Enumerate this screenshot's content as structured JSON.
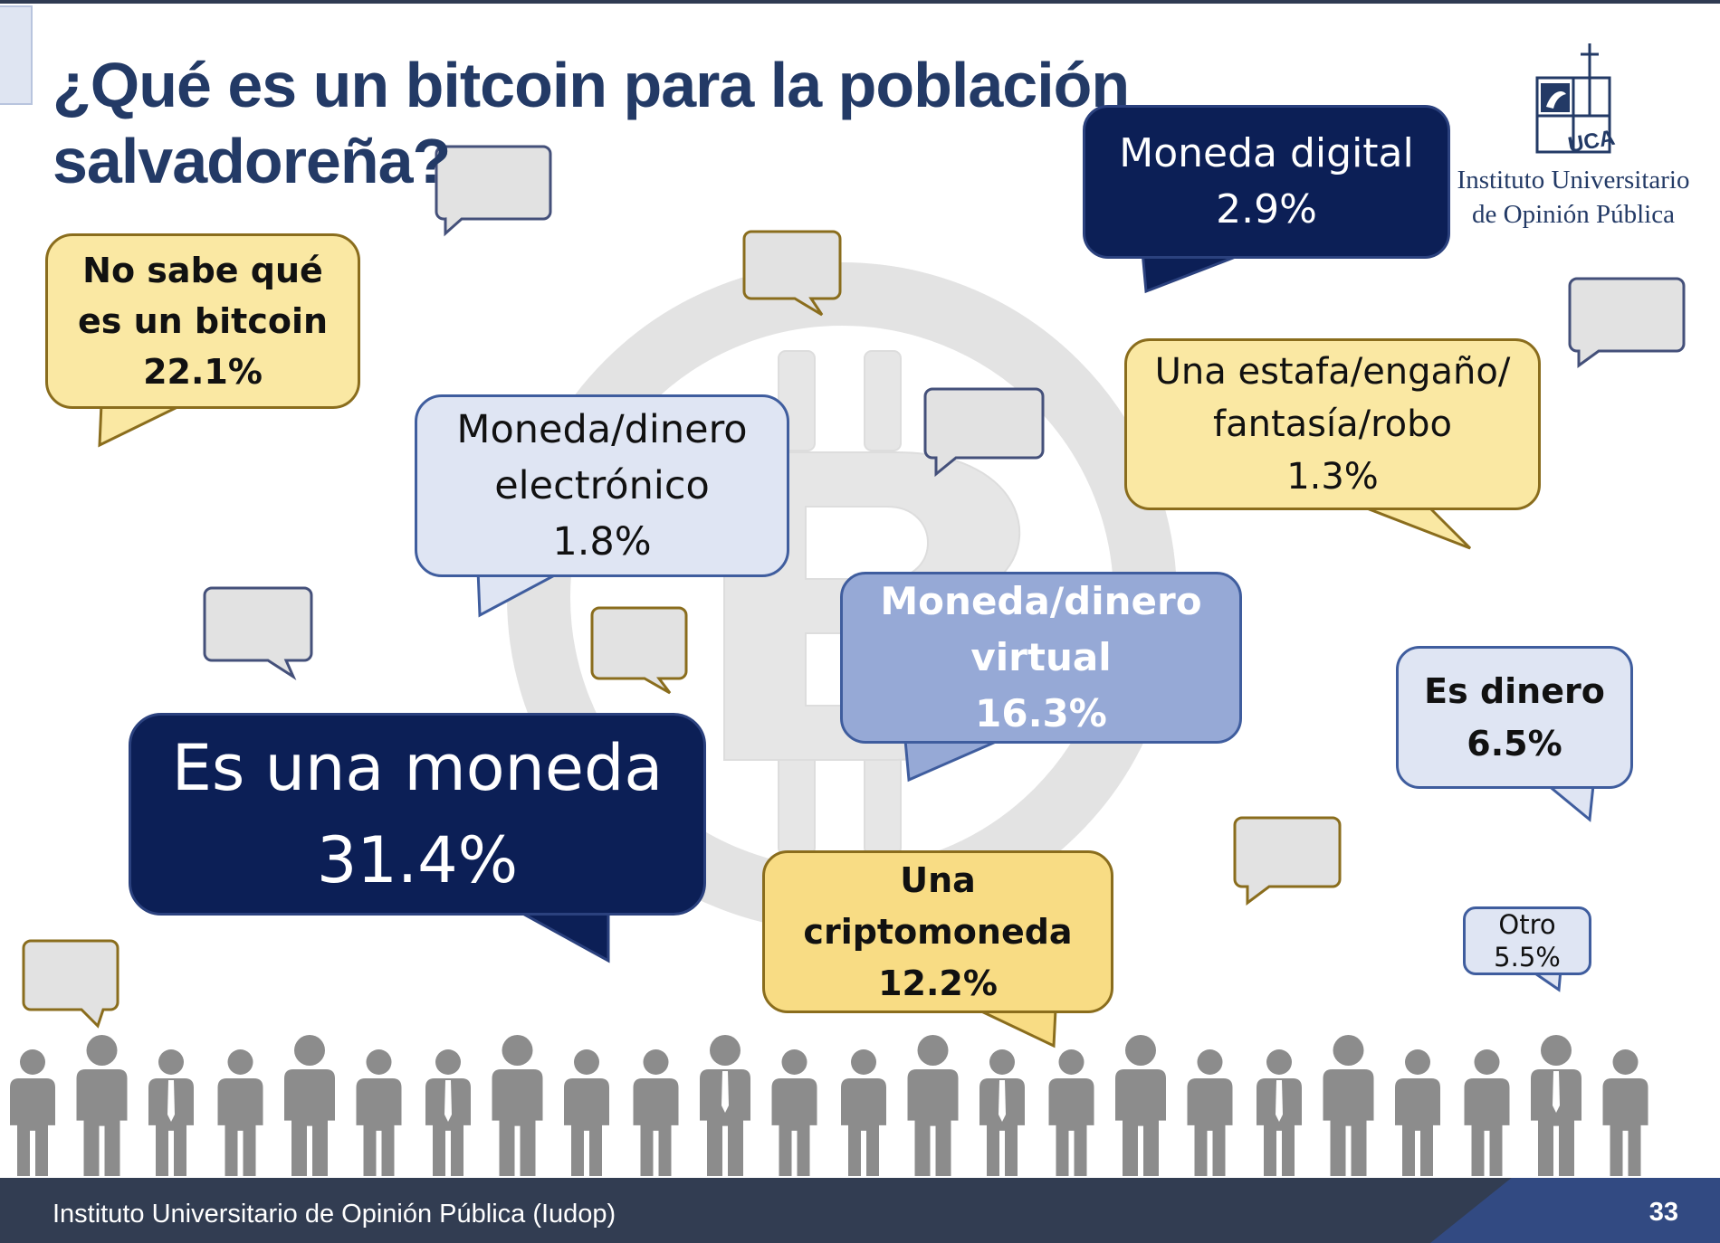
{
  "title": {
    "line1": "¿Qué es un bitcoin para la población",
    "line2": "salvadoreña?"
  },
  "logo": {
    "name_line1": "Instituto Universitario",
    "name_line2": "de Opinión Pública",
    "mark": "UCA"
  },
  "bubbles": {
    "no_sabe": {
      "line1": "No sabe qué",
      "line2": "es un bitcoin",
      "value": "22.1%"
    },
    "moneda_digital": {
      "line1": "Moneda digital",
      "value": "2.9%"
    },
    "estafa": {
      "line1": "Una estafa/engaño/",
      "line2": "fantasía/robo",
      "value": "1.3%"
    },
    "electronico": {
      "line1": "Moneda/dinero",
      "line2": "electrónico",
      "value": "1.8%"
    },
    "virtual": {
      "line1": "Moneda/dinero",
      "line2": "virtual",
      "value": "16.3%"
    },
    "es_dinero": {
      "line1": "Es dinero",
      "value": "6.5%"
    },
    "es_una_moneda": {
      "line1": "Es una moneda",
      "value": "31.4%"
    },
    "criptomoneda": {
      "line1": "Una",
      "line2": "criptomoneda",
      "value": "12.2%"
    },
    "otro": {
      "line1": "Otro",
      "value": "5.5%"
    }
  },
  "footer": {
    "text": "Instituto Universitario de Opinión Pública (Iudop)",
    "page": "33"
  },
  "colors": {
    "navy": "#0c1f56",
    "title": "#233a66",
    "yellow": "#f8dc84",
    "light_blue": "#dfe5f3",
    "mid_blue": "#96a9d6",
    "people": "#8c8c8c"
  }
}
